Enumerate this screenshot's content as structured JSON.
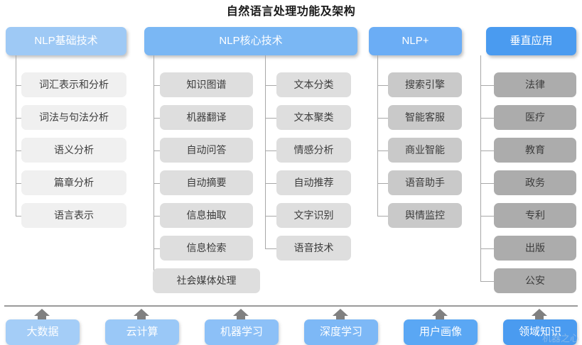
{
  "title": "自然语言处理功能及架构",
  "columns": [
    {
      "id": "nlp-foundation",
      "header": "NLP基础技术",
      "header_color": "#9ec9f5",
      "item_color": "#f0f0f0",
      "items": [
        "词汇表示和分析",
        "词法与句法分析",
        "语义分析",
        "篇章分析",
        "语言表示"
      ]
    },
    {
      "id": "nlp-core",
      "header": "NLP核心技术",
      "header_color": "#7ab7f4",
      "item_color": "#dedede",
      "items_left": [
        "知识图谱",
        "机器翻译",
        "自动问答",
        "自动摘要",
        "信息抽取",
        "信息检索",
        "社会媒体处理"
      ],
      "items_right": [
        "文本分类",
        "文本聚类",
        "情感分析",
        "自动推荐",
        "文字识别",
        "语音技术"
      ]
    },
    {
      "id": "nlp-plus",
      "header": "NLP+",
      "header_color": "#6badf5",
      "item_color": "#c9c9c9",
      "items": [
        "搜索引擎",
        "智能客服",
        "商业智能",
        "语音助手",
        "舆情监控"
      ]
    },
    {
      "id": "vertical-application",
      "header": "垂直应用",
      "header_color": "#4a9bf0",
      "item_color": "#acacac",
      "items": [
        "法律",
        "医疗",
        "教育",
        "政务",
        "专利",
        "出版",
        "公安"
      ]
    }
  ],
  "foundation": {
    "items": [
      {
        "label": "大数据",
        "color": "#a4cdf7"
      },
      {
        "label": "云计算",
        "color": "#9ac8f7"
      },
      {
        "label": "机器学习",
        "color": "#8cc0f7"
      },
      {
        "label": "深度学习",
        "color": "#7db8f6"
      },
      {
        "label": "用户画像",
        "color": "#5aa7f4"
      },
      {
        "label": "领域知识",
        "color": "#4a9bf0"
      }
    ],
    "arrow_icon": "arrow-up-icon",
    "arrow_color": "#808080"
  },
  "watermark": "机器之心"
}
